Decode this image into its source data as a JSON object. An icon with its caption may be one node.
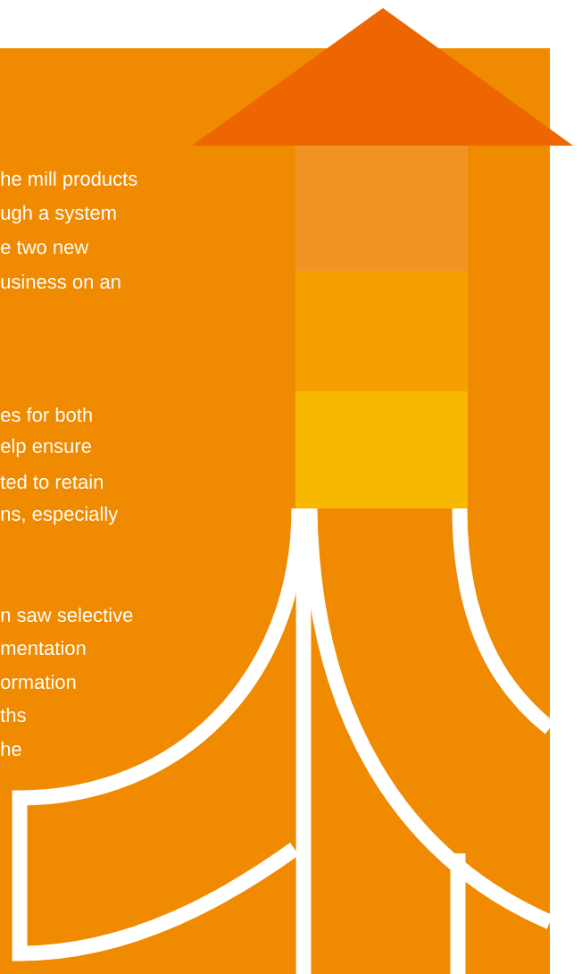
{
  "diagram": {
    "labels": [
      "he mill products",
      "ugh a system",
      "e two new",
      "usiness on an",
      "es for both",
      "elp ensure",
      "ted to retain",
      "ns, especially",
      "n saw selective",
      "mentation",
      "ormation",
      "ths",
      "he"
    ]
  }
}
